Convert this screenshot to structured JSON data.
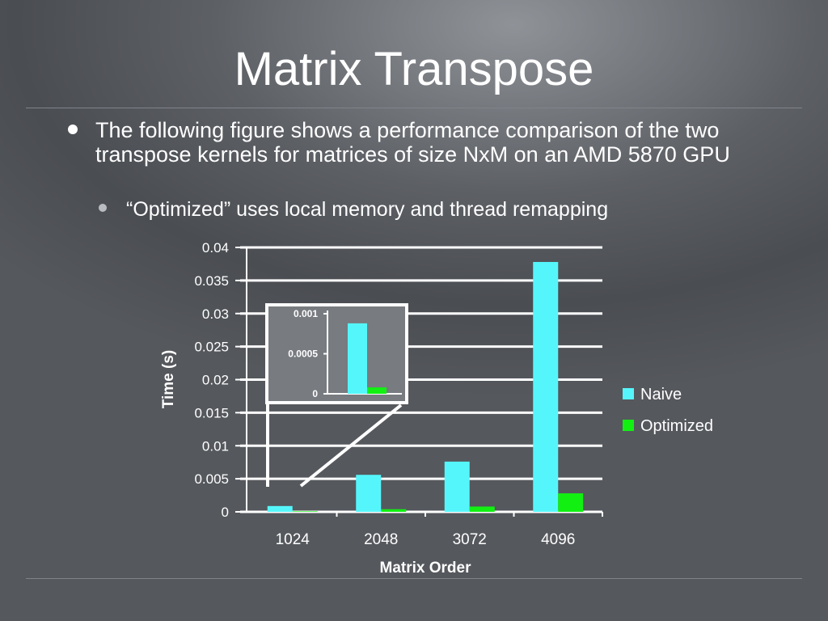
{
  "slide": {
    "title": "Matrix Transpose",
    "bullet_main": "The following figure shows a performance comparison of the two transpose kernels for matrices of size NxM on an AMD 5870 GPU",
    "bullet_sub": "“Optimized” uses local memory and thread remapping"
  },
  "colors": {
    "naive": "#55f6fb",
    "optimized": "#12f012",
    "gridline": "#ffffff"
  },
  "chart_data": {
    "type": "bar",
    "title": "",
    "xlabel": "Matrix Order",
    "ylabel": "Time (s)",
    "categories": [
      "1024",
      "2048",
      "3072",
      "4096"
    ],
    "series": [
      {
        "name": "Naive",
        "values": [
          0.00088,
          0.0056,
          0.0076,
          0.0378
        ]
      },
      {
        "name": "Optimized",
        "values": [
          8e-05,
          0.0004,
          0.0008,
          0.0028
        ]
      }
    ],
    "ylim": [
      0,
      0.04
    ],
    "yticks": [
      "0",
      "0.005",
      "0.01",
      "0.015",
      "0.02",
      "0.025",
      "0.03",
      "0.035",
      "0.04"
    ],
    "grid": true,
    "legend_position": "right",
    "inset": {
      "target_category": "1024",
      "ylim": [
        0,
        0.001
      ],
      "yticks": [
        "0",
        "0.0005",
        "0.001"
      ]
    }
  }
}
